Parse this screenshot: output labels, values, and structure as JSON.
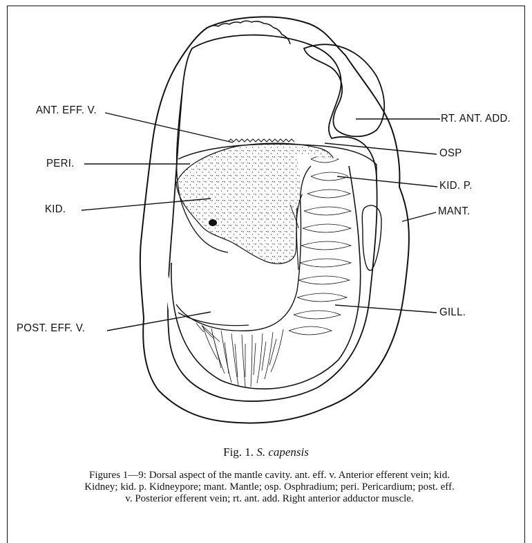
{
  "labels": {
    "ant_eff_v": "ANT. EFF. V.",
    "peri": "PERI.",
    "kid": "KID.",
    "post_eff_v": "POST. EFF. V.",
    "rt_ant_add": "RT. ANT. ADD.",
    "osp": "OSP",
    "kid_p": "KID. P.",
    "mant": "MANT.",
    "gill": "GILL."
  },
  "caption": {
    "figure_number": "Fig. 1.",
    "species": "S. capensis",
    "description": "Figures 1—9: Dorsal aspect of the mantle cavity. ant. eff. v. Anterior efferent vein; kid. Kidney; kid. p. Kidneypore; mant. Mantle; osp. Osphradium; peri. Pericardium; post. eff. v. Posterior efferent vein; rt. ant. add. Right anterior adductor muscle."
  }
}
